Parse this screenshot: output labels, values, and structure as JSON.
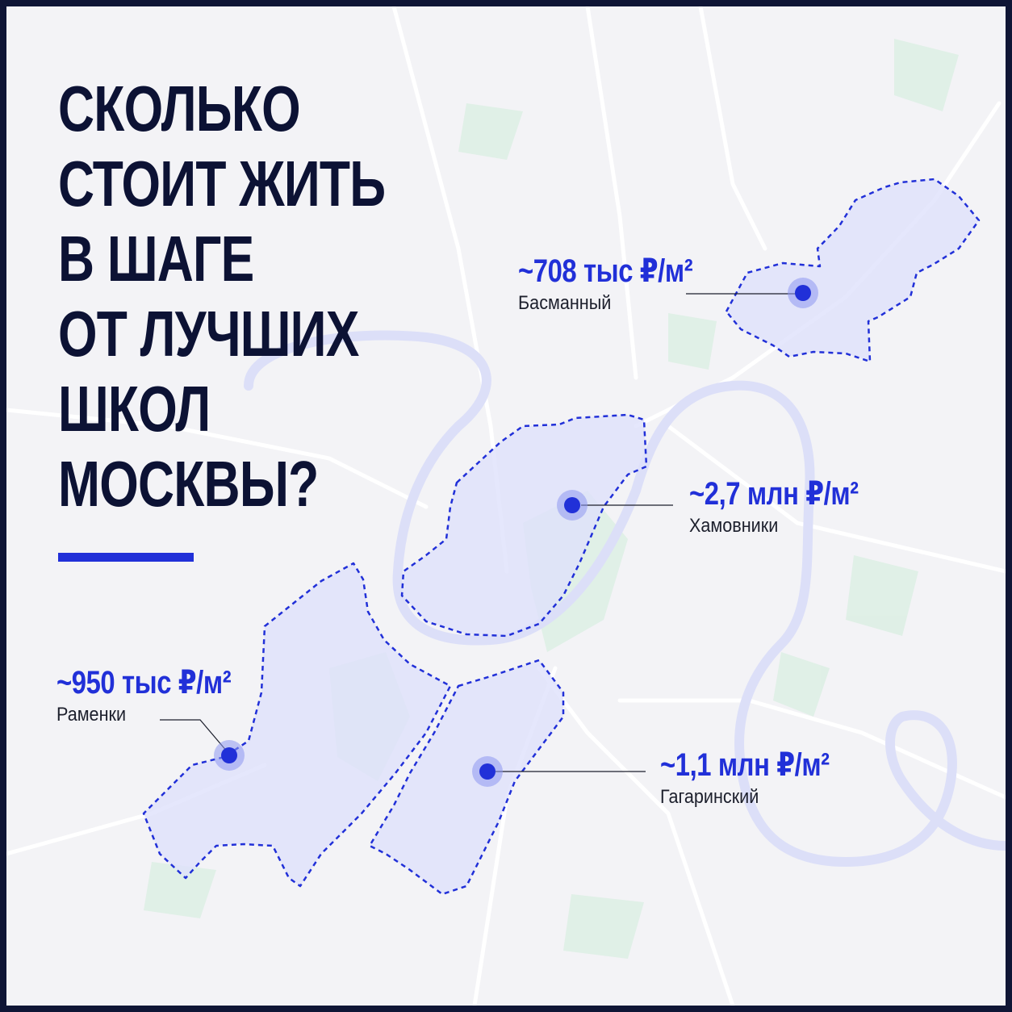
{
  "title_lines": [
    "СКОЛЬКО",
    "СТОИТ ЖИТЬ",
    "В ШАГЕ",
    "ОТ ЛУЧШИХ",
    "ШКОЛ",
    "МОСКВЫ?"
  ],
  "colors": {
    "frame": "#0f1535",
    "map_background": "#f3f3f6",
    "accent": "#2130d8",
    "title_text": "#0c1234",
    "district_fill": "#dfe1fb",
    "river": "#dcdff8",
    "park": "#dcefe4"
  },
  "districts": [
    {
      "name": "Басманный",
      "price": "~708 тыс ₽/м²"
    },
    {
      "name": "Хамовники",
      "price": "~2,7 млн ₽/м²"
    },
    {
      "name": "Раменки",
      "price": "~950 тыс ₽/м²"
    },
    {
      "name": "Гагаринский",
      "price": "~1,1 млн ₽/м²"
    }
  ]
}
